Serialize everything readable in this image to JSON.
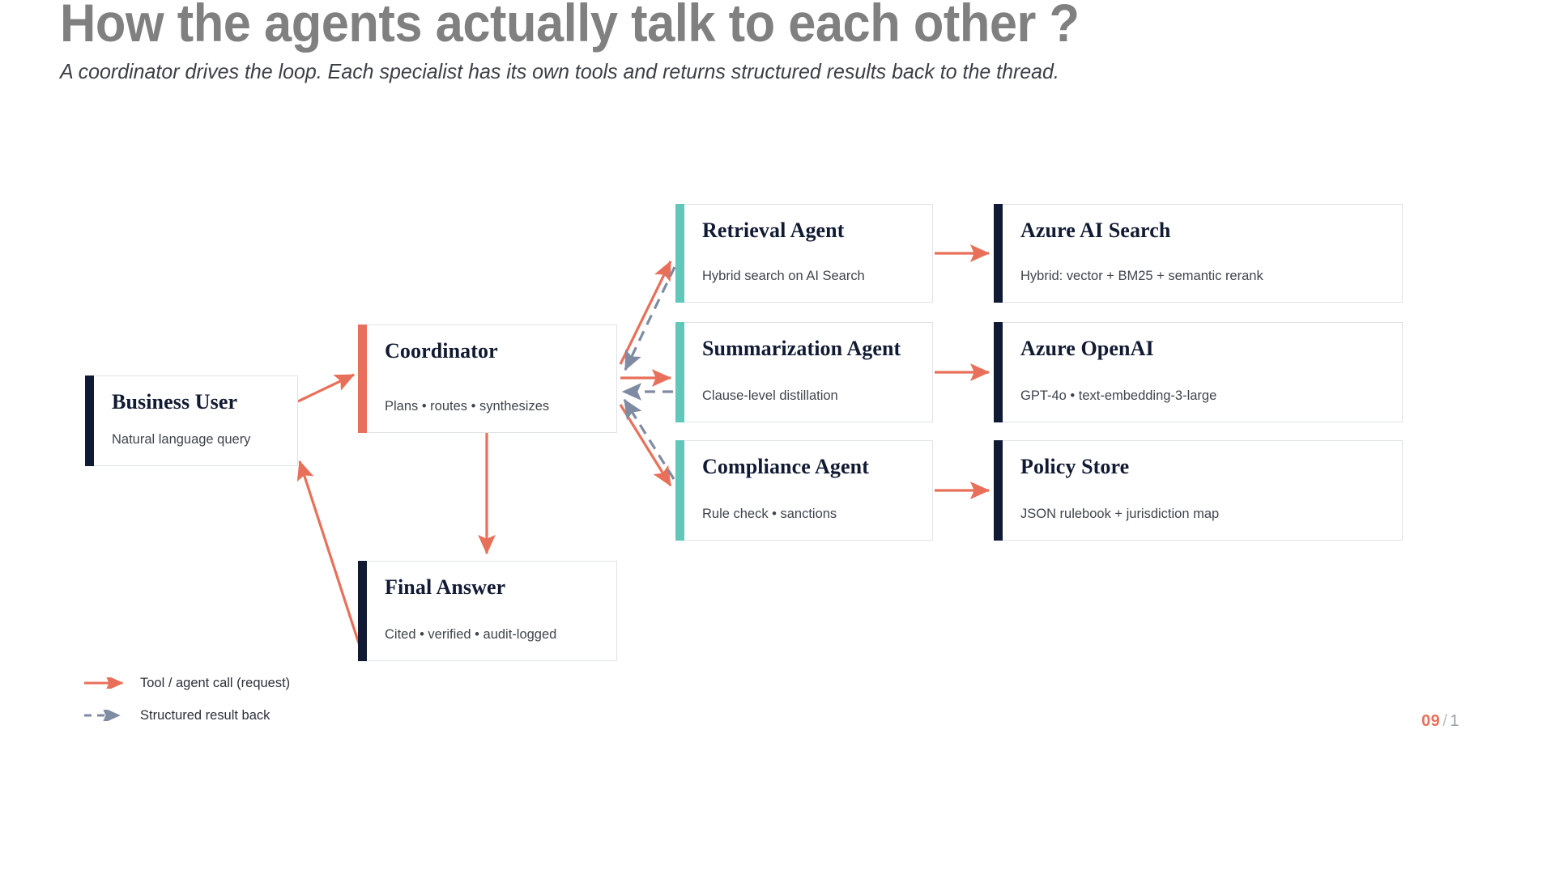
{
  "header": {
    "title": "How the agents actually talk to each other ?",
    "subtitle": "A coordinator drives the loop. Each specialist has its own tools and returns structured results back to the thread."
  },
  "colors": {
    "navy": "#101a35",
    "coral": "#e8705a",
    "teal": "#62c6bb",
    "return_arrow": "#7f8aa3",
    "title_gray": "#808080",
    "card_border": "#dfe3e8"
  },
  "diagram": {
    "nodes": {
      "business_user": {
        "title": "Business User",
        "subtitle": "Natural language query",
        "accent": "navy"
      },
      "coordinator": {
        "title": "Coordinator",
        "subtitle": "Plans • routes • synthesizes",
        "accent": "coral"
      },
      "final_answer": {
        "title": "Final Answer",
        "subtitle": "Cited • verified • audit-logged",
        "accent": "navy"
      },
      "retrieval": {
        "title": "Retrieval Agent",
        "subtitle": "Hybrid search on AI Search",
        "accent": "teal"
      },
      "summarization": {
        "title": "Summarization Agent",
        "subtitle": "Clause-level distillation",
        "accent": "teal"
      },
      "compliance": {
        "title": "Compliance Agent",
        "subtitle": "Rule check • sanctions",
        "accent": "teal"
      },
      "azure_search": {
        "title": "Azure AI Search",
        "subtitle": "Hybrid: vector + BM25 + semantic rerank",
        "accent": "navy"
      },
      "azure_openai": {
        "title": "Azure OpenAI",
        "subtitle": "GPT-4o • text-embedding-3-large",
        "accent": "navy"
      },
      "policy_store": {
        "title": "Policy Store",
        "subtitle": "JSON rulebook + jurisdiction map",
        "accent": "navy"
      }
    },
    "edges": [
      {
        "from": "business_user",
        "to": "coordinator",
        "kind": "request"
      },
      {
        "from": "coordinator",
        "to": "retrieval",
        "kind": "request"
      },
      {
        "from": "coordinator",
        "to": "summarization",
        "kind": "request"
      },
      {
        "from": "coordinator",
        "to": "compliance",
        "kind": "request"
      },
      {
        "from": "retrieval",
        "to": "coordinator",
        "kind": "result"
      },
      {
        "from": "summarization",
        "to": "coordinator",
        "kind": "result"
      },
      {
        "from": "compliance",
        "to": "coordinator",
        "kind": "result"
      },
      {
        "from": "retrieval",
        "to": "azure_search",
        "kind": "request"
      },
      {
        "from": "summarization",
        "to": "azure_openai",
        "kind": "request"
      },
      {
        "from": "compliance",
        "to": "policy_store",
        "kind": "request"
      },
      {
        "from": "coordinator",
        "to": "final_answer",
        "kind": "request"
      },
      {
        "from": "final_answer",
        "to": "business_user",
        "kind": "request"
      }
    ]
  },
  "legend": {
    "items": [
      {
        "label": "Tool / agent call (request)",
        "style": "solid",
        "color": "#e8705a"
      },
      {
        "label": "Structured result back",
        "style": "dashed",
        "color": "#7f8aa3"
      }
    ]
  },
  "page_indicator": {
    "current": "09",
    "separator": "/",
    "total": "1"
  }
}
